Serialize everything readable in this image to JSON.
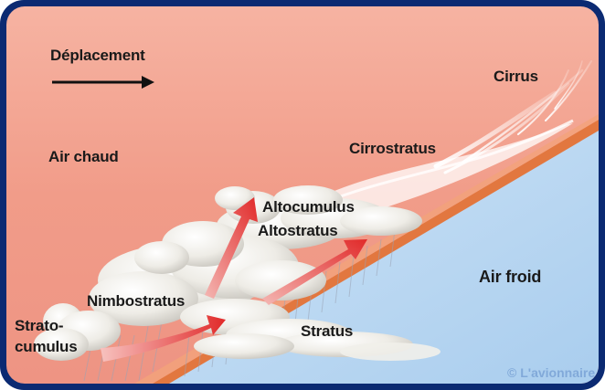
{
  "diagram": {
    "movement_label": "Déplacement",
    "warm_air_label": "Air chaud",
    "cold_air_label": "Air froid",
    "clouds": {
      "cirrus": "Cirrus",
      "cirrostratus": "Cirrostratus",
      "altocumulus": "Altocumulus",
      "altostratus": "Altostratus",
      "nimbostratus": "Nimbostratus",
      "stratocumulus_line1": "Strato-",
      "stratocumulus_line2": "cumulus",
      "stratus": "Stratus"
    },
    "watermark": "© L'avionnaire",
    "colors": {
      "frame": "#0b2a72",
      "warm_air": "#f0a08e",
      "cold_air": "#bcd8f0",
      "front_edge": "#e07040",
      "arrow": "#e53935"
    }
  }
}
